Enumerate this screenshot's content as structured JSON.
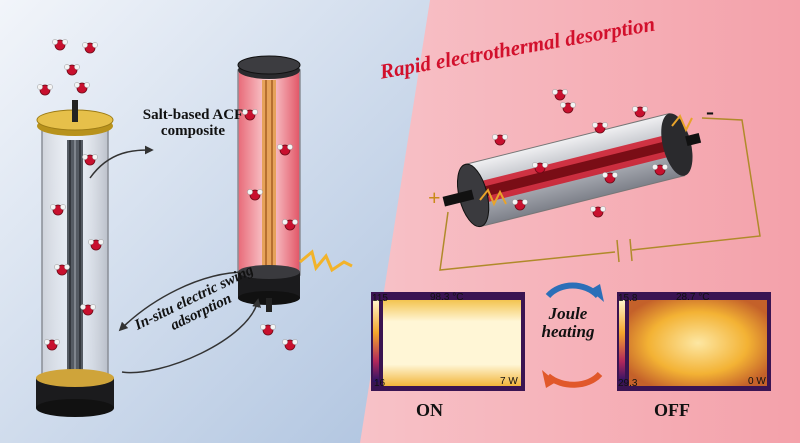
{
  "title": "Rapid electrothermal desorption",
  "labels": {
    "composite": "Salt-based ACF composite",
    "in_situ": "In-situ electric swing adsorption",
    "joule": "Joule heating",
    "on": "ON",
    "off": "OFF",
    "plus": "+",
    "minus": "-"
  },
  "thermal_on": {
    "max": "115",
    "min": "16",
    "temp": "98.3 °C",
    "power": "7 W"
  },
  "thermal_off": {
    "max": "15.8",
    "min": "29.3",
    "temp": "28.7 °C",
    "power": "0 W"
  },
  "colors": {
    "title": "#d2102c",
    "arrow_blue": "#2b6fb8",
    "arrow_orange": "#e1582b",
    "heat_red": "#d8182a"
  }
}
